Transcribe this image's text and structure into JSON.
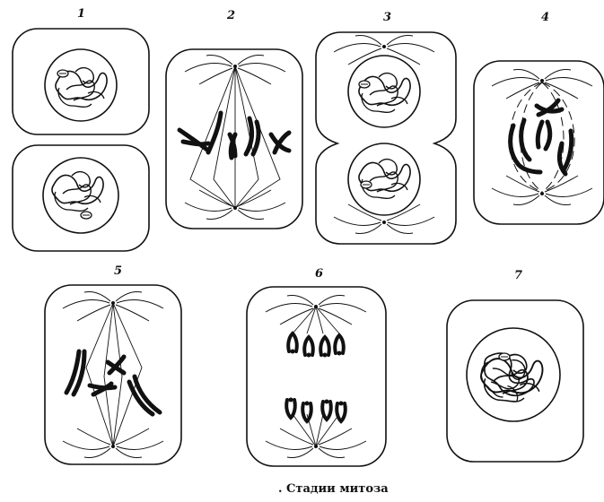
{
  "stages": [
    {
      "number": "1"
    },
    {
      "number": "2"
    },
    {
      "number": "3"
    },
    {
      "number": "4"
    },
    {
      "number": "5"
    },
    {
      "number": "6"
    },
    {
      "number": "7"
    }
  ],
  "caption": ". Стадии митоза"
}
